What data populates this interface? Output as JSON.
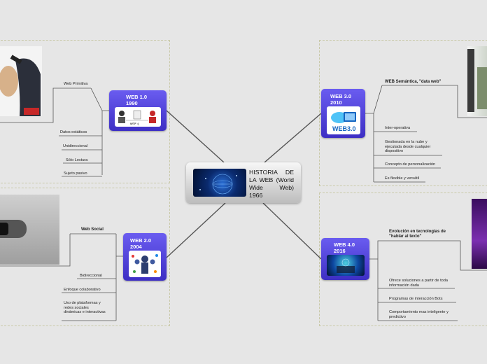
{
  "central": {
    "title": "HISTORIA DE LA WEB (World Wide Web) 1966"
  },
  "web10": {
    "title": "WEB 1.0\n1990",
    "image_caption": "WTF :)",
    "items": [
      "Web Primitiva",
      "Datos estáticos",
      "Unidireccional",
      "Sólo Lectura",
      "Sujeto pasivo"
    ]
  },
  "web20": {
    "title": "WEB 2.0\n2004",
    "items": [
      "Web Social",
      "Bidireccional",
      "Enfoque colaborativo",
      "Uso de plataformas y redes sociales dinámicas e interactivas"
    ]
  },
  "web30": {
    "title": "WEB 3.0\n2010",
    "image_caption": "WEB3.0",
    "items": [
      "WEB Semántica, \"data web\"",
      "Inter-operativa",
      "Gestionada en la nube y ejecutada desde cualquier dispositivo",
      "Concepto de personalización",
      "Es flexible y versátil"
    ]
  },
  "web40": {
    "title": "WEB 4.0\n2016",
    "items": [
      "Evolución en tecnologías de \"hablar al texto\"",
      "Ofrece soluciones a partir de toda información dada",
      "Programas de interacción Bots",
      "Comportamiento mas inteligente y predictivo"
    ]
  },
  "colors": {
    "node": "#4b3fd8",
    "line": "#555555",
    "frame": "#c9c9a8"
  }
}
